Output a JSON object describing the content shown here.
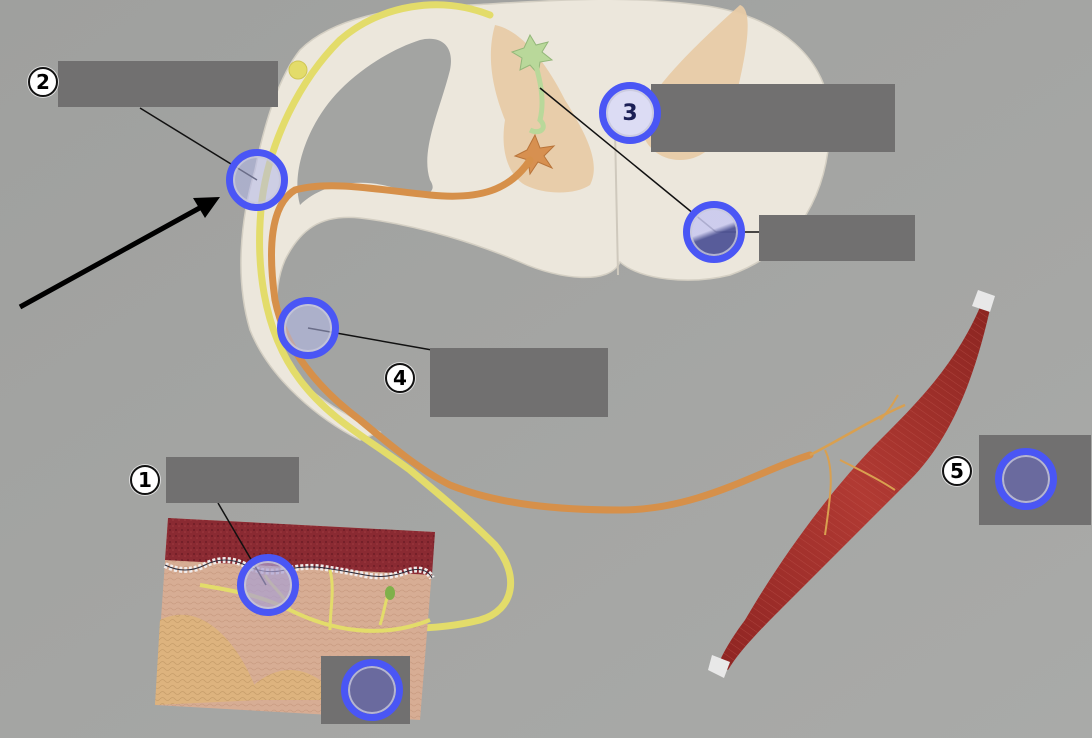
{
  "diagram": {
    "subject": "reflex-arc-model",
    "colors": {
      "background": "#a3a4a2",
      "label_box": "#717070",
      "hotspot_ring": "#4a56f5",
      "hotspot_fill": "#b4b9eb",
      "sensory_neuron": "#e3dc6a",
      "motor_neuron": "#d6904a",
      "muscle": "#a8302c",
      "spinal_cord": "#ece7dc",
      "gray_matter": "#e8cba6"
    },
    "labels": [
      {
        "number": "1",
        "answer": ""
      },
      {
        "number": "2",
        "answer": ""
      },
      {
        "number": "3",
        "answer": ""
      },
      {
        "number": "",
        "answer": ""
      },
      {
        "number": "4",
        "answer": ""
      },
      {
        "number": "5",
        "answer": ""
      },
      {
        "number": "",
        "answer": ""
      }
    ],
    "hotspots": [
      {
        "id": "receptor",
        "glyph": ""
      },
      {
        "id": "dorsal-root",
        "glyph": ""
      },
      {
        "id": "interneuron",
        "glyph": "3"
      },
      {
        "id": "ventral-horn",
        "glyph": ""
      },
      {
        "id": "ventral-root",
        "glyph": ""
      },
      {
        "id": "effector",
        "glyph": ""
      },
      {
        "id": "skin-answer",
        "glyph": ""
      }
    ],
    "pointer_arrow": "arrow-pointing-to-dorsal-root"
  }
}
